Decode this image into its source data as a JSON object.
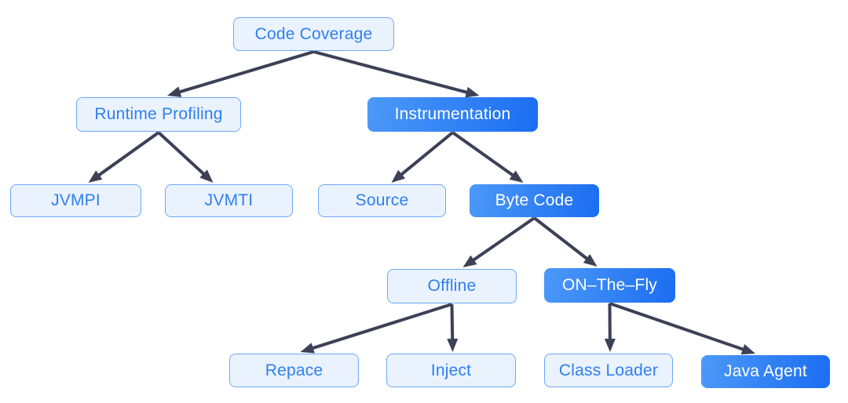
{
  "diagram": {
    "type": "tree",
    "nodes": [
      {
        "id": "code-coverage",
        "label": "Code Coverage",
        "variant": "light"
      },
      {
        "id": "runtime-profiling",
        "label": "Runtime Profiling",
        "variant": "light"
      },
      {
        "id": "instrumentation",
        "label": "Instrumentation",
        "variant": "primary"
      },
      {
        "id": "jvmpi",
        "label": "JVMPI",
        "variant": "light"
      },
      {
        "id": "jvmti",
        "label": "JVMTI",
        "variant": "light"
      },
      {
        "id": "source",
        "label": "Source",
        "variant": "light"
      },
      {
        "id": "byte-code",
        "label": "Byte Code",
        "variant": "primary"
      },
      {
        "id": "offline",
        "label": "Offline",
        "variant": "light"
      },
      {
        "id": "on-the-fly",
        "label": "ON–The–Fly",
        "variant": "primary"
      },
      {
        "id": "repace",
        "label": "Repace",
        "variant": "light"
      },
      {
        "id": "inject",
        "label": "Inject",
        "variant": "light"
      },
      {
        "id": "class-loader",
        "label": "Class Loader",
        "variant": "light"
      },
      {
        "id": "java-agent",
        "label": "Java Agent",
        "variant": "primary"
      }
    ],
    "edges": [
      {
        "from": "code-coverage",
        "to": "runtime-profiling"
      },
      {
        "from": "code-coverage",
        "to": "instrumentation"
      },
      {
        "from": "runtime-profiling",
        "to": "jvmpi"
      },
      {
        "from": "runtime-profiling",
        "to": "jvmti"
      },
      {
        "from": "instrumentation",
        "to": "source"
      },
      {
        "from": "instrumentation",
        "to": "byte-code"
      },
      {
        "from": "byte-code",
        "to": "offline"
      },
      {
        "from": "byte-code",
        "to": "on-the-fly"
      },
      {
        "from": "offline",
        "to": "repace"
      },
      {
        "from": "offline",
        "to": "inject"
      },
      {
        "from": "on-the-fly",
        "to": "class-loader"
      },
      {
        "from": "on-the-fly",
        "to": "java-agent"
      }
    ],
    "colors": {
      "background": "#ffffff",
      "node_light_fill": "#EAF2FE",
      "node_light_border": "#6FA7F6",
      "node_light_text": "#2F80F0",
      "node_primary_gradient_start": "#4C99F8",
      "node_primary_gradient_end": "#1B6DF1",
      "node_primary_text": "#FFFFFF",
      "arrow": "#3B4156"
    }
  }
}
